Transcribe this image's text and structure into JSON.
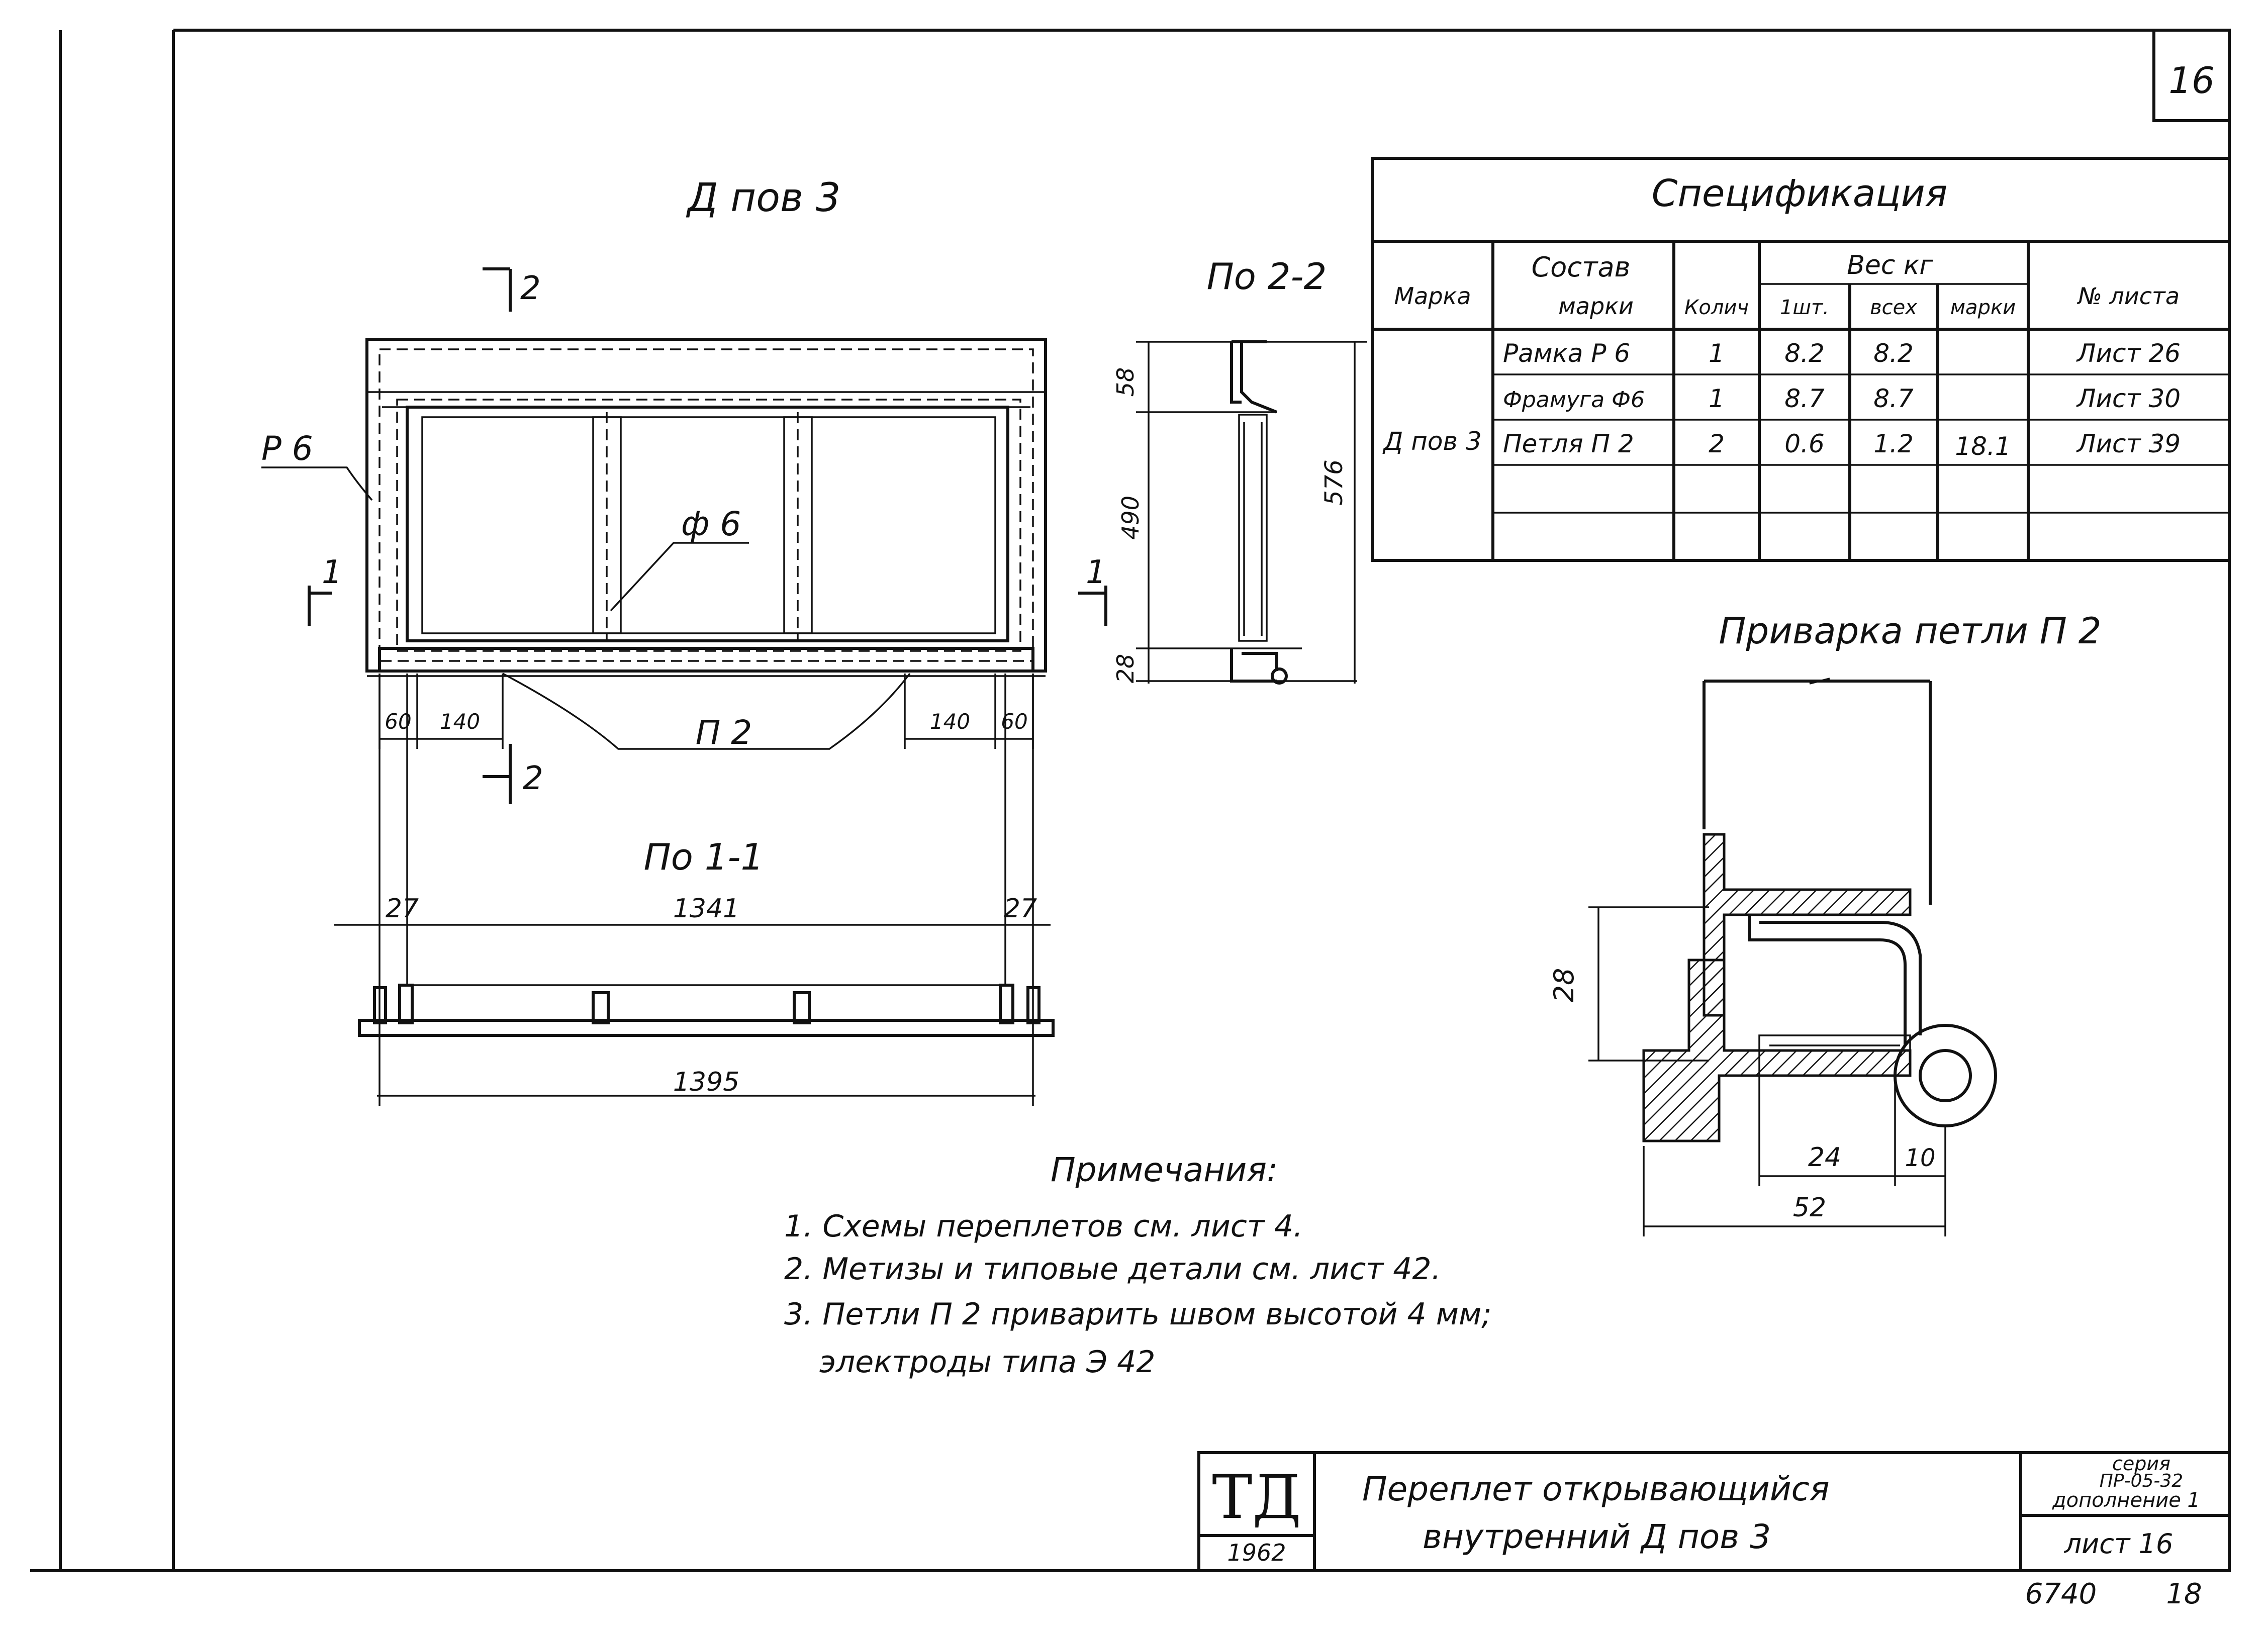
{
  "page_number": "16",
  "main_view": {
    "title": "Д пов 3",
    "section_2_top": "2",
    "section_2_bottom": "2",
    "section_1_left": "1",
    "section_1_right": "1",
    "label_frame": "Р 6",
    "label_transom": "ф 6",
    "label_loop": "П 2",
    "dims_bottom": [
      "60",
      "140",
      "140",
      "60"
    ]
  },
  "view_2_2": {
    "title": "По 2-2",
    "dims": [
      "58",
      "490",
      "28",
      "576"
    ]
  },
  "view_1_1": {
    "title": "По 1-1",
    "dims": [
      "27",
      "1341",
      "27",
      "1395"
    ]
  },
  "specification": {
    "title": "Спецификация",
    "headers": {
      "mark": "Марка",
      "composition_1": "Состав",
      "composition_2": "марки",
      "qty": "Колич",
      "weight_group": "Вес кг",
      "w_unit": "1шт.",
      "w_total": "всех",
      "w_mark": "марки",
      "sheet": "№ листа"
    },
    "group_mark": "Д пов 3",
    "group_mark_weight": "18.1",
    "rows": [
      {
        "name": "Рамка Р 6",
        "qty": "1",
        "unit": "8.2",
        "total": "8.2",
        "sheet": "Лист 26"
      },
      {
        "name": "Фрамуга Ф6",
        "qty": "1",
        "unit": "8.7",
        "total": "8.7",
        "sheet": "Лист 30"
      },
      {
        "name": "Петля П 2",
        "qty": "2",
        "unit": "0.6",
        "total": "1.2",
        "sheet": "Лист 39"
      }
    ]
  },
  "detail": {
    "title": "Приварка петли П 2",
    "dims": [
      "28",
      "24",
      "10",
      "52"
    ]
  },
  "notes": {
    "title": "Примечания:",
    "lines": [
      "1. Схемы переплетов см. лист 4.",
      "2. Метизы и типовые детали см. лист 42.",
      "3. Петли П 2 приварить швом высотой 4 мм;",
      "электроды типа Э 42"
    ]
  },
  "title_block": {
    "logo": "ТД",
    "year": "1962",
    "name_1": "Переплет открывающийся",
    "name_2": "внутренний Д пов 3",
    "series_1": "серия",
    "series_2": "ПР-05-32",
    "series_3": "дополнение 1",
    "sheet": "лист 16"
  },
  "footer": {
    "code": "6740",
    "num": "18"
  }
}
